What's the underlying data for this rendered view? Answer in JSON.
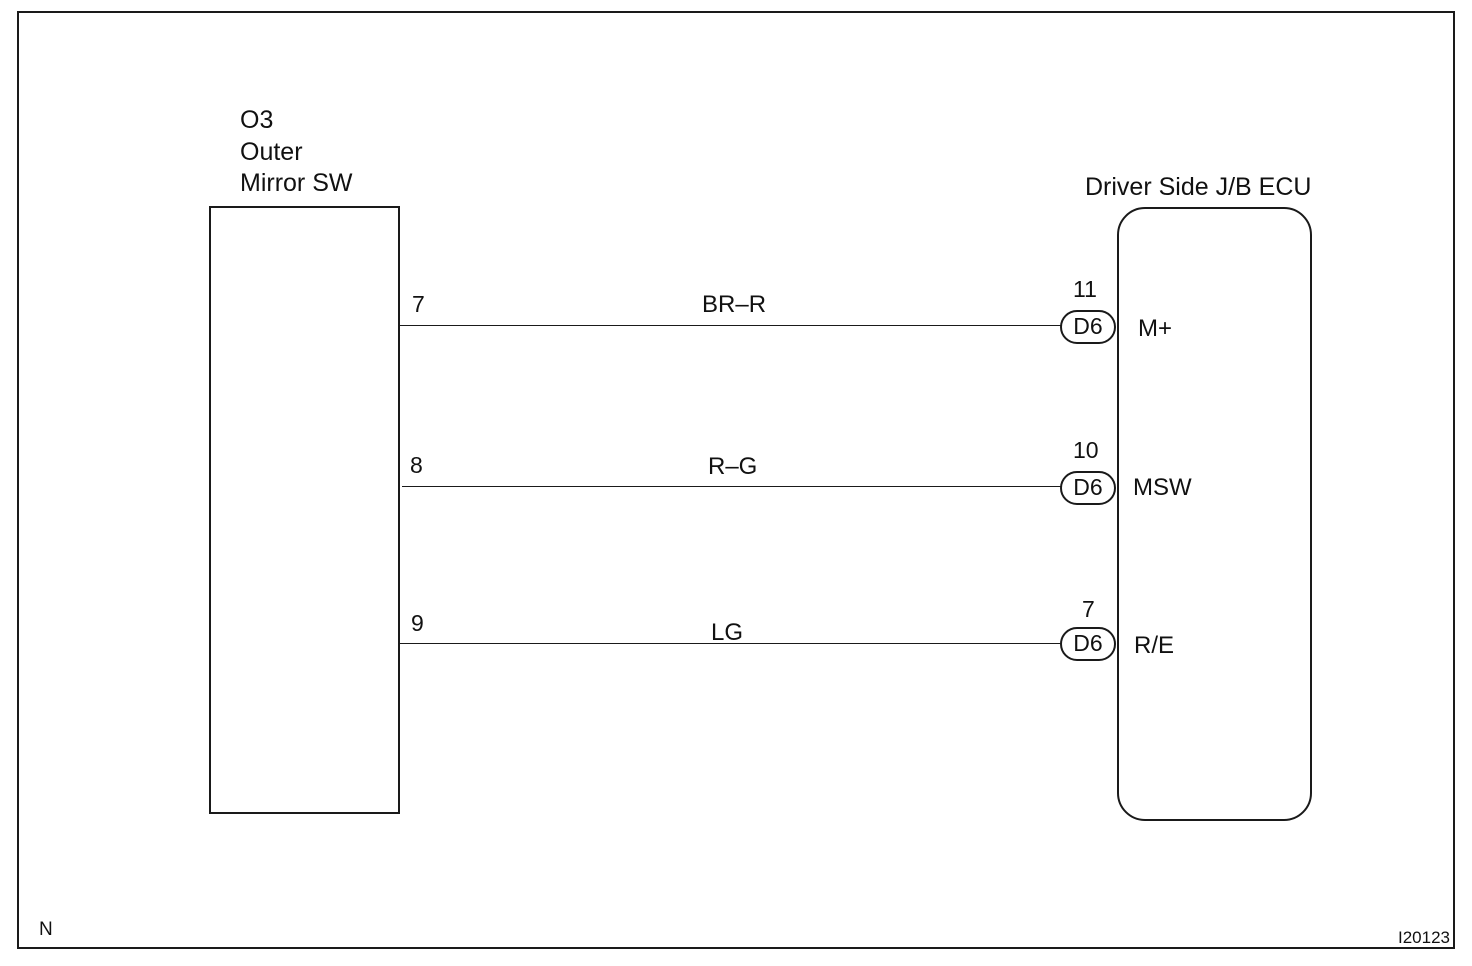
{
  "switch": {
    "code": "O3",
    "name_line1": "Outer",
    "name_line2": "Mirror SW"
  },
  "ecu": {
    "name": "Driver Side J/B ECU"
  },
  "circuits": [
    {
      "switch_pin": "7",
      "wire_color": "BR–R",
      "connector": "D6",
      "ecu_pin": "11",
      "terminal": "M+"
    },
    {
      "switch_pin": "8",
      "wire_color": "R–G",
      "connector": "D6",
      "ecu_pin": "10",
      "terminal": "MSW"
    },
    {
      "switch_pin": "9",
      "wire_color": "LG",
      "connector": "D6",
      "ecu_pin": "7",
      "terminal": "R/E"
    }
  ],
  "footer": {
    "left_mark": "N",
    "figure_id": "I20123"
  }
}
